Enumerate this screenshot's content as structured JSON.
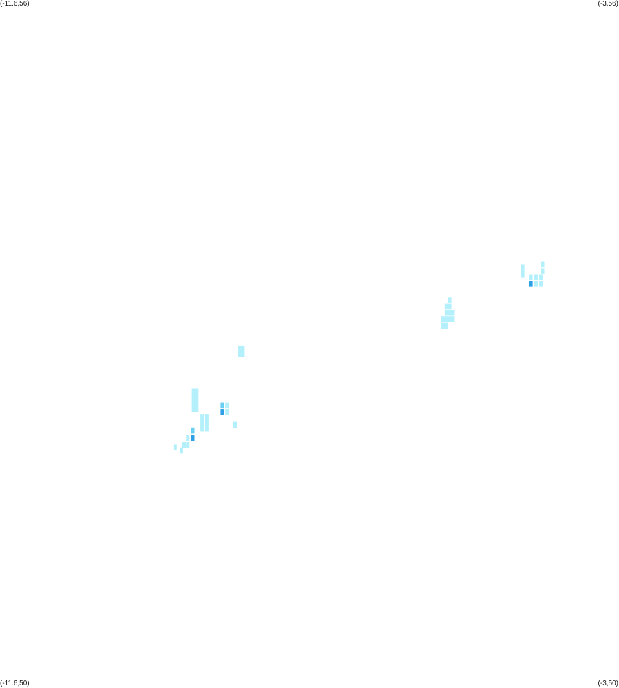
{
  "corner_labels": {
    "top_left": "(-11.6,56)",
    "top_right": "(-3,56)",
    "bottom_left": "(-11.6,50)",
    "bottom_right": "(-3,50)"
  },
  "extent": {
    "lon_min": -11.6,
    "lon_max": -3,
    "lat_min": 50,
    "lat_max": 56
  },
  "colors": {
    "background": "#ffffff",
    "low": "#b3f0fb",
    "mid": "#6ad0f2",
    "high": "#2f9fe6"
  },
  "cell_size_deg": 0.0575,
  "cells": [
    [
      -4.062,
      53.695,
      1
    ],
    [
      -4.062,
      53.636,
      1
    ],
    [
      -4.338,
      53.665,
      1
    ],
    [
      -4.338,
      53.608,
      1
    ],
    [
      -4.223,
      53.581,
      1
    ],
    [
      -4.223,
      53.524,
      1
    ],
    [
      -4.154,
      53.581,
      1
    ],
    [
      -4.154,
      53.524,
      1
    ],
    [
      -4.223,
      53.524,
      3
    ],
    [
      -4.085,
      53.581,
      1
    ],
    [
      -4.085,
      53.524,
      1
    ],
    [
      -5.352,
      53.384,
      1
    ],
    [
      -5.352,
      53.328,
      1
    ],
    [
      -5.352,
      53.272,
      1
    ],
    [
      -5.352,
      53.216,
      1
    ],
    [
      -5.398,
      53.328,
      1
    ],
    [
      -5.398,
      53.272,
      1
    ],
    [
      -5.398,
      53.216,
      1
    ],
    [
      -5.398,
      53.16,
      1
    ],
    [
      -5.306,
      53.272,
      1
    ],
    [
      -5.306,
      53.216,
      1
    ],
    [
      -5.444,
      53.216,
      1
    ],
    [
      -5.444,
      53.16,
      1
    ],
    [
      -8.269,
      52.96,
      1
    ],
    [
      -8.269,
      52.91,
      1
    ],
    [
      -8.224,
      52.96,
      1
    ],
    [
      -8.224,
      52.91,
      1
    ],
    [
      -8.911,
      52.584,
      1
    ],
    [
      -8.911,
      52.534,
      1
    ],
    [
      -8.911,
      52.484,
      1
    ],
    [
      -8.911,
      52.434,
      1
    ],
    [
      -8.866,
      52.584,
      1
    ],
    [
      -8.866,
      52.534,
      1
    ],
    [
      -8.866,
      52.484,
      1
    ],
    [
      -8.866,
      52.434,
      1
    ],
    [
      -8.791,
      52.364,
      1
    ],
    [
      -8.791,
      52.314,
      1
    ],
    [
      -8.791,
      52.264,
      1
    ],
    [
      -8.726,
      52.364,
      1
    ],
    [
      -8.726,
      52.314,
      1
    ],
    [
      -8.726,
      52.264,
      1
    ],
    [
      -8.511,
      52.463,
      2
    ],
    [
      -8.511,
      52.406,
      3
    ],
    [
      -8.446,
      52.463,
      1
    ],
    [
      -8.446,
      52.406,
      1
    ],
    [
      -8.333,
      52.295,
      1
    ],
    [
      -8.991,
      52.182,
      1
    ],
    [
      -8.991,
      52.118,
      1
    ],
    [
      -9.041,
      52.118,
      1
    ],
    [
      -8.921,
      52.246,
      2
    ],
    [
      -8.921,
      52.182,
      3
    ],
    [
      -9.167,
      52.098,
      1
    ],
    [
      -9.08,
      52.072,
      1
    ]
  ]
}
